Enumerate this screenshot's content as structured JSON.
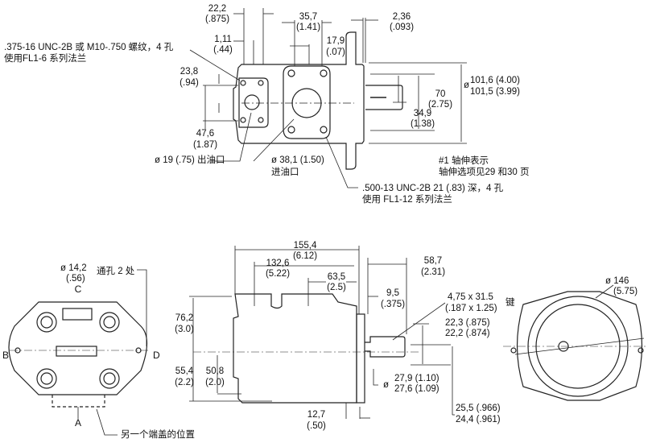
{
  "top_view": {
    "dim_22_2": "22,2",
    "dim_22_2_in": "(.875)",
    "dim_1_11": "1,11",
    "dim_1_11_in": "(.44)",
    "dim_35_7": "35,7",
    "dim_35_7_in": "(1.41)",
    "dim_17_9": "17,9",
    "dim_17_9_in": "(.07)",
    "dim_2_36": "2,36",
    "dim_2_36_in": "(.093)",
    "thread_note_line1": ".375-16 UNC-2B 或 M10-.750  螺纹，4  孔",
    "thread_note_line2": "使用FL1-6  系列法兰",
    "dim_23_8": "23,8",
    "dim_23_8_in": "(.94)",
    "dim_47_6": "47,6",
    "dim_47_6_in": "(1.87)",
    "outlet_label": "ø  19 (.75) 出油口",
    "inlet_dim": "ø 38,1 (1.50)",
    "inlet_label": "进油口",
    "dim_70": "70",
    "dim_70_in": "(2.75)",
    "dim_34_9": "34,9",
    "dim_34_9_in": "(1.38)",
    "pilot_dia_symbol": "ø",
    "pilot_dia_max": "101,6 (4.00)",
    "pilot_dia_min": "101,5 (3.99)",
    "shaft_note_line1": "#1  轴伸表示",
    "shaft_note_line2": "轴伸选项见29 和30 页",
    "mount_note_line1": ".500-13 UNC-2B 21 (.83)   深，4  孔",
    "mount_note_line2": "使用  FL1-12 系列法兰"
  },
  "end_view": {
    "hole_dim": "ø  14,2",
    "hole_dim_in": "(.56)",
    "hole_note": "通孔 2 处",
    "label_a": "A",
    "label_b": "B",
    "label_c": "C",
    "label_d": "D",
    "cover_note": "另一个端盖的位置"
  },
  "side_view": {
    "dim_155_4": "155,4",
    "dim_155_4_in": "(6.12)",
    "dim_132_6": "132,6",
    "dim_132_6_in": "(5.22)",
    "dim_63_5": "63,5",
    "dim_63_5_in": "(2.5)",
    "dim_58_7": "58,7",
    "dim_58_7_in": "(2.31)",
    "dim_9_5": "9,5",
    "dim_9_5_in": "(.375)",
    "key_dim": "4,75 x 31.5",
    "key_dim_in": "(.187 x 1.25)",
    "key_label": "键",
    "shaft_dia_max": "22,3 (.875)",
    "shaft_dia_min": "22,2 (.874)",
    "dim_76_2": "76,2",
    "dim_76_2_in": "(3.0)",
    "dim_55_4": "55,4",
    "dim_55_4_in": "(2.2)",
    "dim_50_8": "50,8",
    "dim_50_8_in": "(2.0)",
    "hub_dia_symbol": "ø",
    "hub_dia_max": "27,9 (1.10)",
    "hub_dia_min": "27,6 (1.09)",
    "key_height_max": "25,5 (.966)",
    "key_height_min": "24,4 (.961)",
    "dim_12_7": "12,7",
    "dim_12_7_in": "(.50)"
  },
  "front_view": {
    "dia_dim": "ø  146",
    "dia_dim_in": "(5.75)"
  }
}
